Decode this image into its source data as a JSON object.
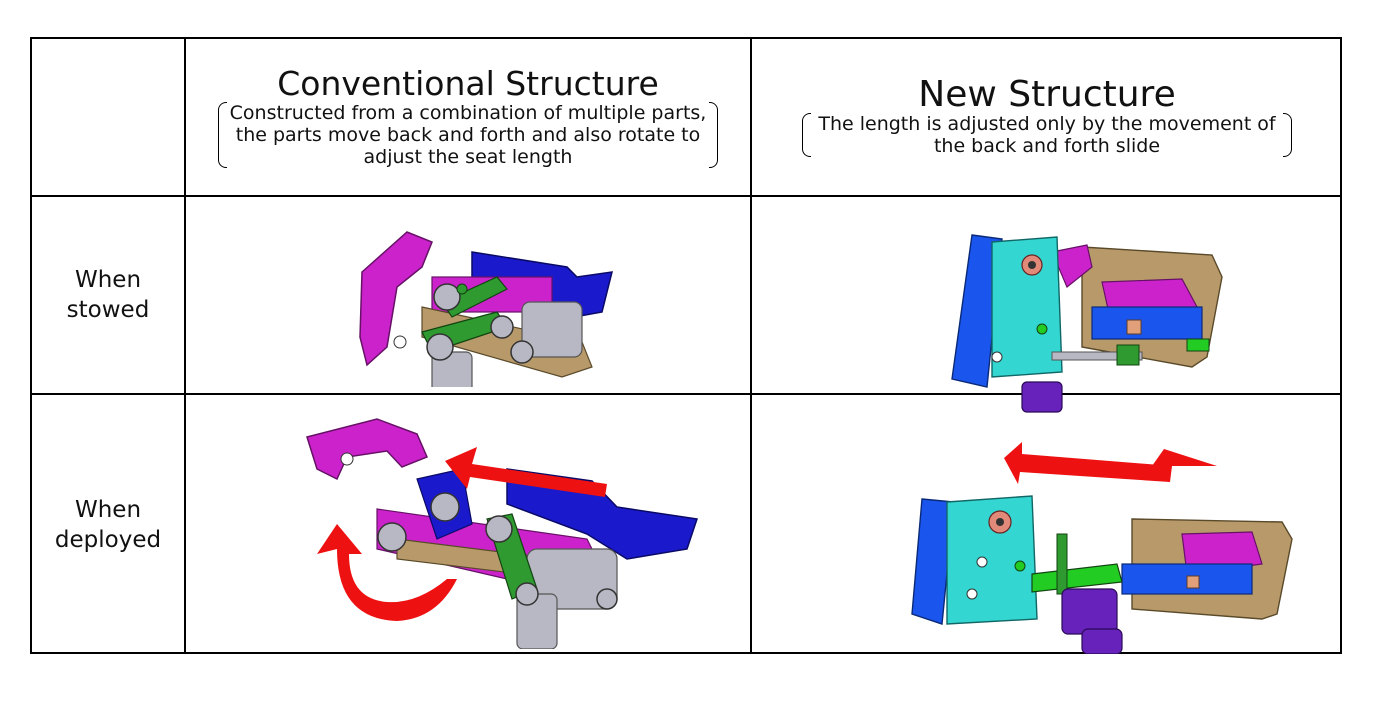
{
  "columns": {
    "conventional": {
      "title": "Conventional Structure",
      "description": [
        "Constructed from a combination of multiple parts,",
        "the parts move back and forth and also rotate to",
        "adjust the seat length"
      ]
    },
    "new": {
      "title": "New Structure",
      "description": [
        "The length is adjusted only by the movement of",
        "the back and forth slide"
      ]
    }
  },
  "rows": {
    "stowed": [
      "When",
      "stowed"
    ],
    "deployed": [
      "When",
      "deployed"
    ]
  },
  "colors": {
    "blue": "#1a1acc",
    "magenta": "#cc22cc",
    "green": "#2f9a2f",
    "tan": "#b89a6a",
    "gray": "#b8b8c4",
    "cyan": "#33d6d0",
    "purple": "#6622bb",
    "bright_green": "#22cc22",
    "arrow_red": "#ee1111"
  }
}
